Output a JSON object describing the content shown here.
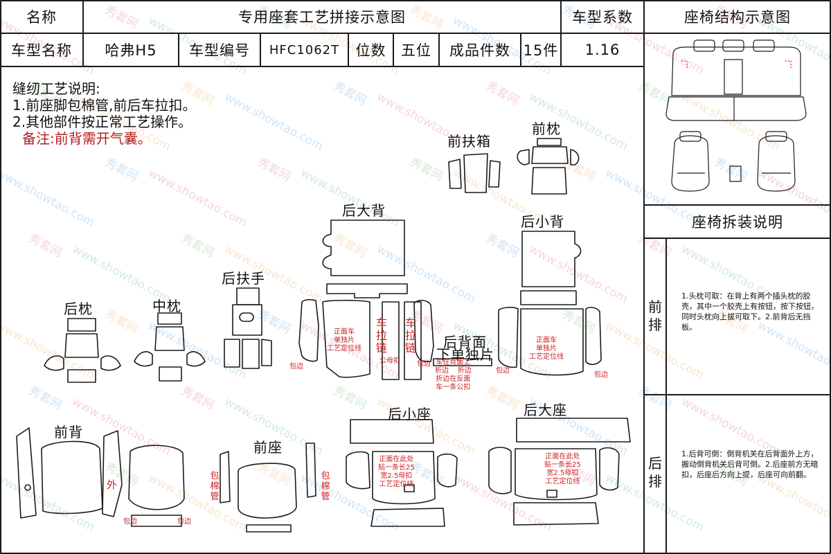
{
  "header": {
    "name_label": "名称",
    "title": "专用座套工艺拼接示意图",
    "coef_label": "车型系数",
    "struct_label": "座椅结构示意图",
    "model_name_label": "车型名称",
    "model_name": "哈弗H5",
    "model_code_label": "车型编号",
    "model_code": "HFC1062T",
    "seats_label": "位数",
    "seats": "五位",
    "pieces_label": "成品件数",
    "pieces": "15件",
    "coef": "1.16"
  },
  "notes": {
    "heading": "缝纫工艺说明:",
    "line1": "1.前座脚包棉管,前后车拉扣。",
    "line2": "2.其他部件按正常工艺操作。",
    "remark": "备注:前背需开气囊。"
  },
  "sidebar": {
    "disassembly_title": "座椅拆装说明",
    "front_row": "前排",
    "front_text": "1.头枕可取：在背上有两个插头枕的胶壳，其中一个胶壳上有按钮，按下按钮，同时头枕向上拔可取下。2.前背后无挡板。",
    "rear_row": "后排",
    "rear_text": "1.后背可倒：倒背机关在后背面外上方，搬动倒背机关后背可倒。2.后座前方无暗扣，后座后方向上提，后座可向前翻。"
  },
  "parts": {
    "front_armrest_box": "前扶箱",
    "front_headrest": "前枕",
    "rear_large_back": "后大背",
    "rear_small_back": "后小背",
    "rear_armrest": "后扶手",
    "rear_headrest": "后枕",
    "middle_headrest": "中枕",
    "rear_back_bottom": "后背面",
    "rear_back_bottom2": "下单独片",
    "front_back": "前背",
    "front_seat": "前座",
    "rear_small_seat": "后小座",
    "rear_large_seat": "后大座"
  },
  "annotations": {
    "sew_single_a": "正面车\n单独片\n工艺定位线",
    "sew_single_b": "正面车\n单独片\n工艺定位线",
    "zipper": "车拉链",
    "wrap_edge": "包边",
    "male_buckle": "公母扣",
    "back_note": "车在背面上\n折边    折边\n折边在反面\n车一条公扣",
    "strip_note_a": "正面在此处\n贴一条长25\n宽2.5母扣\n工艺定位线",
    "strip_note_b": "正面在此处\n贴一条长25\n宽2.5母扣\n工艺定位线",
    "outer": "外",
    "foam_tube": "包棉管"
  },
  "watermark": {
    "brand": "秀套网",
    "site": "www.showtao.com"
  },
  "colors": {
    "line": "#1a1a1a",
    "annotation_red": "#cc1f1f",
    "remark_red": "#b21e1e"
  }
}
